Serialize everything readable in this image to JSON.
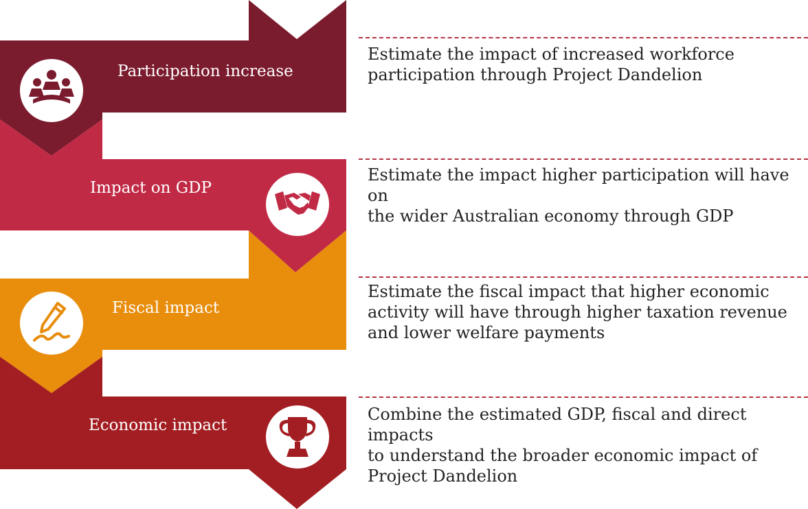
{
  "colors": {
    "step1": "#7b1b2e",
    "step2": "#c12a45",
    "step3": "#e88d0c",
    "step4": "#a31e22",
    "divider": "#b5313f"
  },
  "steps": [
    {
      "title": "Participation increase",
      "icon": "people-group-icon",
      "description_lines": [
        "Estimate the impact of increased workforce",
        "participation through Project Dandelion"
      ]
    },
    {
      "title": "Impact on GDP",
      "icon": "handshake-icon",
      "description_lines": [
        "Estimate the impact higher participation will have on",
        "the wider Australian economy through GDP"
      ]
    },
    {
      "title": "Fiscal impact",
      "icon": "pen-signature-icon",
      "description_lines": [
        "Estimate the fiscal impact that higher economic",
        "activity will have through higher taxation revenue",
        "and lower welfare payments"
      ]
    },
    {
      "title": "Economic impact",
      "icon": "trophy-icon",
      "description_lines": [
        "Combine the estimated GDP, fiscal and direct impacts",
        "to understand the broader economic impact of",
        "Project Dandelion"
      ]
    }
  ]
}
